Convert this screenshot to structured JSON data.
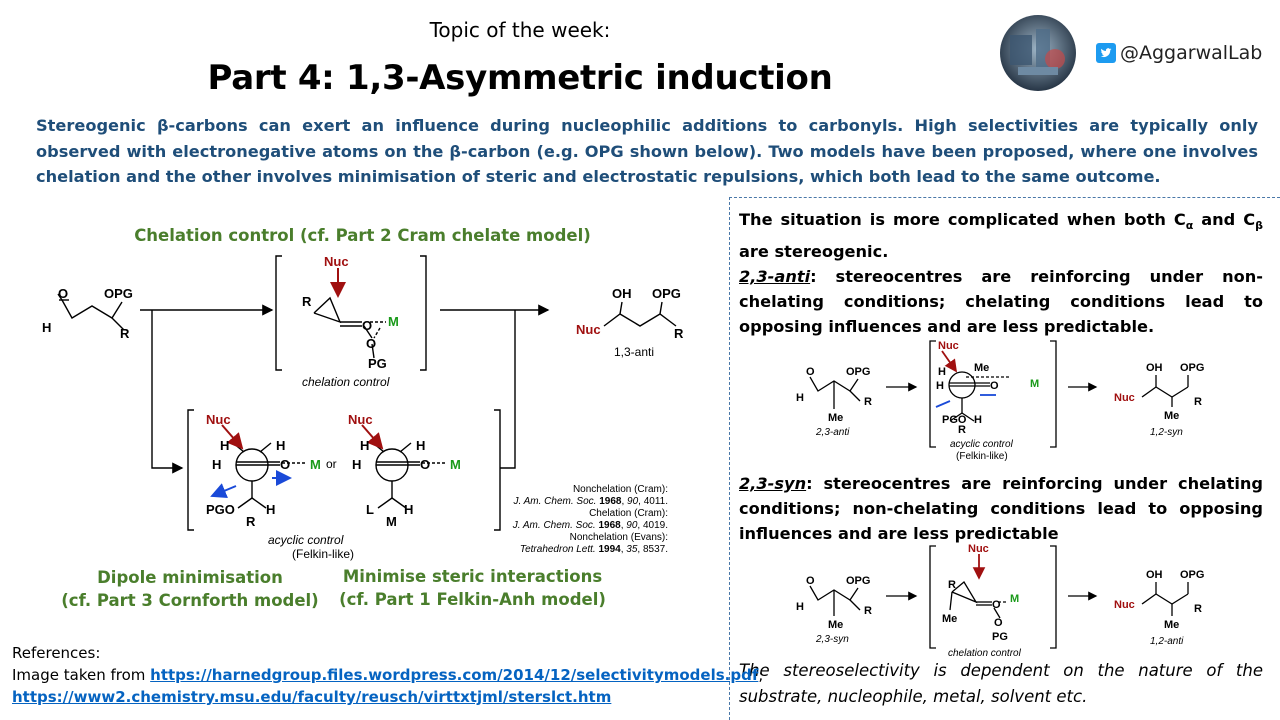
{
  "header": {
    "topic": "Topic of the week:",
    "title": "Part 4: 1,3-Asymmetric induction",
    "twitter_handle": "@AggarwalLab"
  },
  "intro": "Stereogenic β-carbons can exert an influence during nucleophilic additions to carbonyls. High selectivities are typically only observed with electronegative atoms on the β-carbon (e.g. OPG shown below). Two models have been proposed, where one involves chelation and the other involves minimisation of steric and electrostatic repulsions, which both lead to the same outcome.",
  "labels": {
    "chelation_control": "Chelation control (cf. Part 2 Cram chelate model)",
    "dipole_line1": "Dipole minimisation",
    "dipole_line2": "(cf. Part 3 Cornforth model)",
    "steric_line1": "Minimise steric interactions",
    "steric_line2": "(cf. Part 1 Felkin-Anh model)"
  },
  "scheme": {
    "O": "O",
    "OPG": "OPG",
    "H": "H",
    "R": "R",
    "OH": "OH",
    "Nuc": "Nuc",
    "M": "M",
    "PG": "PG",
    "PGO": "PGO",
    "L": "L",
    "Me": "Me",
    "or": "or",
    "chelation_caption": "chelation control",
    "acyclic_caption": "acyclic control",
    "felkin_caption": "(Felkin-like)",
    "product_13anti": "1,3-anti",
    "anti23": "2,3-anti",
    "syn12": "1,2-syn",
    "syn23": "2,3-syn",
    "anti12": "1,2-anti"
  },
  "citations": [
    {
      "label": "Nonchelation (Cram):",
      "journal": "J. Am. Chem. Soc.",
      "year": "1968",
      "vol": "90",
      "page": "4011."
    },
    {
      "label": "Chelation (Cram):",
      "journal": "J. Am. Chem. Soc.",
      "year": "1968",
      "vol": "90",
      "page": "4019."
    },
    {
      "label": "Nonchelation (Evans):",
      "journal": "Tetrahedron Lett.",
      "year": "1994",
      "vol": "35",
      "page": "8537."
    }
  ],
  "right": {
    "para1_pre": "The situation is more complicated when both C",
    "para1_sub1": "α",
    "para1_mid": " and C",
    "para1_sub2": "β",
    "para1_post": " are stereogenic.",
    "anti_head": "2,3-anti",
    "anti_text": ": stereocentres are reinforcing under non-chelating conditions; chelating conditions lead to opposing influences and are less predictable.",
    "syn_head": "2,3-syn",
    "syn_text": ": stereocentres are reinforcing under chelating conditions; non-chelating conditions lead to opposing influences and are less predictable",
    "closing": "The stereoselectivity is dependent on the nature of the substrate, nucleophile, metal, solvent etc."
  },
  "references": {
    "heading": "References:",
    "prefix": "Image taken from ",
    "link1": "https://harnedgroup.files.wordpress.com/2014/12/selectivitymodels.pdf",
    "sep": ";",
    "link2": "https://www2.chemistry.msu.edu/faculty/reusch/virttxtjml/sterslct.htm"
  },
  "colors": {
    "intro": "#1f4e79",
    "label_green": "#4a7e2c",
    "nuc_red": "#a01010",
    "metal_green": "#1a9a1a",
    "dipole_blue": "#1a4ad8",
    "link": "#0563c1"
  }
}
